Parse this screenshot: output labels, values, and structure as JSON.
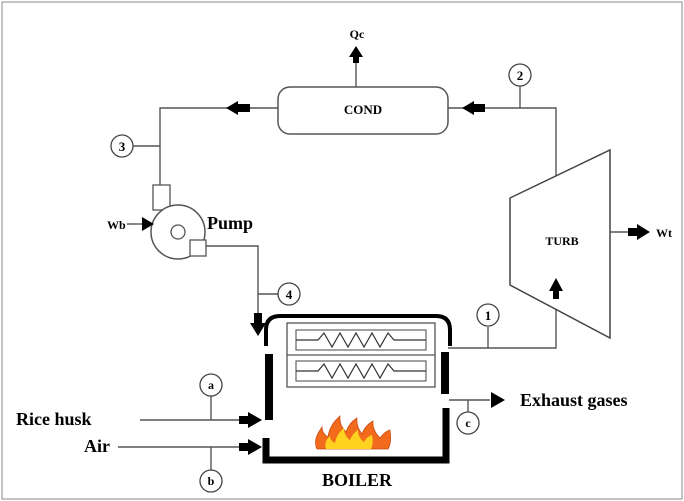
{
  "labels": {
    "qc": "Qc",
    "cond": "COND",
    "turb": "TURB",
    "wt": "Wt",
    "wb": "Wb",
    "pump": "Pump",
    "boiler": "BOILER",
    "exhaust": "Exhaust gases",
    "rice_husk": "Rice husk",
    "air": "Air"
  },
  "state_points": [
    "1",
    "2",
    "3",
    "4"
  ],
  "stream_points": [
    "a",
    "b",
    "c"
  ],
  "colors": {
    "line": "#555555",
    "flame_outer": "#f26b1d",
    "flame_inner": "#ffd21f",
    "text": "#000000"
  }
}
